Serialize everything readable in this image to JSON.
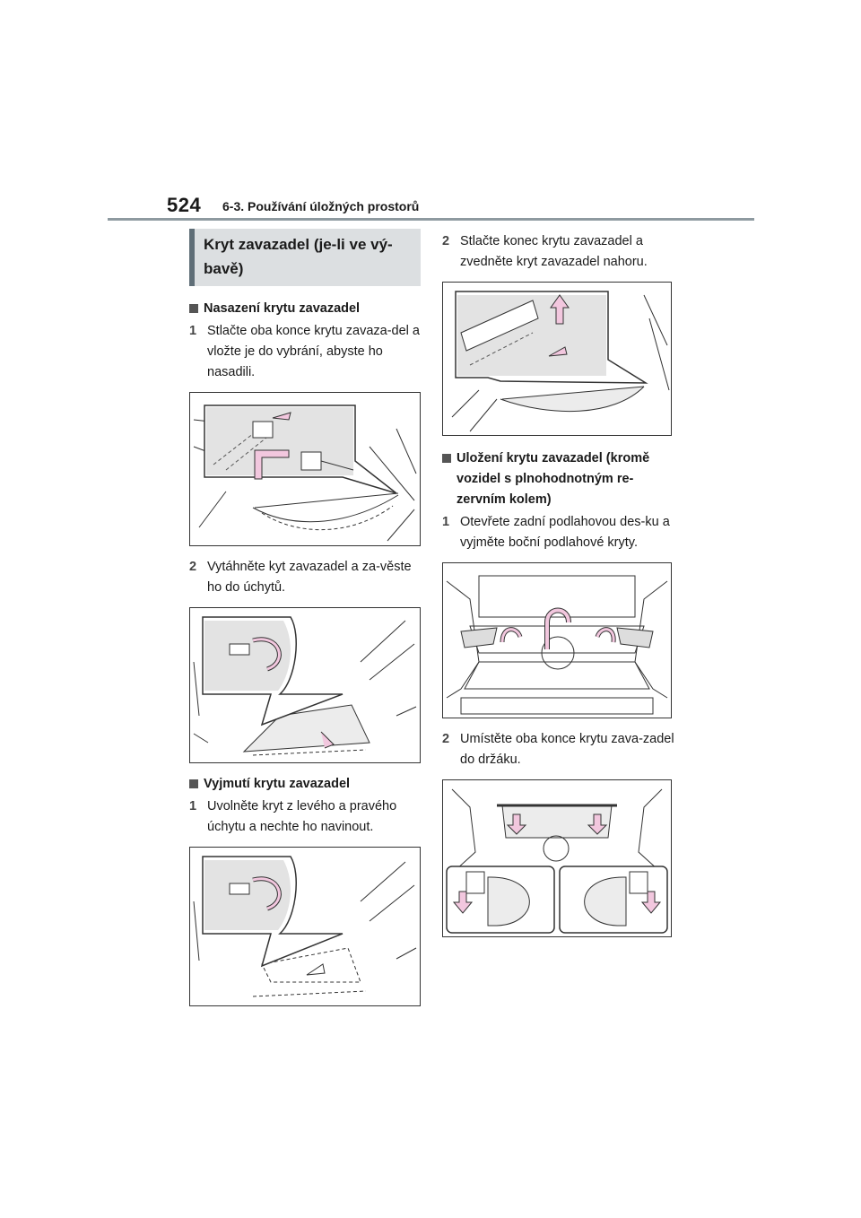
{
  "header": {
    "page_number": "524",
    "section_title": "6-3. Používání úložných prostorů"
  },
  "left_column": {
    "heading": "Kryt zavazadel (je-li ve vý-bavě)",
    "subsection_1": {
      "title": "Nasazení krytu zavazadel",
      "step_1_num": "1",
      "step_1_text": "Stlačte oba konce krytu zavaza-del a vložte je do vybrání, abyste ho nasadili.",
      "step_2_num": "2",
      "step_2_text": "Vytáhněte kyt zavazadel a za-věste ho do úchytů."
    },
    "subsection_2": {
      "title": "Vyjmutí krytu zavazadel",
      "step_1_num": "1",
      "step_1_text": "Uvolněte kryt z levého a pravého úchytu a nechte ho navinout."
    }
  },
  "right_column": {
    "step_2_num": "2",
    "step_2_text": "Stlačte konec krytu zavazadel a zvedněte kryt zavazadel nahoru.",
    "subsection_3": {
      "title": "Uložení krytu zavazadel (kromě vozidel s plnohodnotným re-zervním kolem)",
      "step_1_num": "1",
      "step_1_text": "Otevřete zadní podlahovou des-ku a vyjměte boční podlahové kryty.",
      "step_2_num": "2",
      "step_2_text": "Umístěte oba konce krytu zava-zadel do držáku."
    }
  },
  "colors": {
    "accent_arrow": "#f2c7de",
    "heading_bg": "#dcdfe1",
    "heading_bar": "#5f6e77",
    "rule": "#8e9aa0"
  }
}
